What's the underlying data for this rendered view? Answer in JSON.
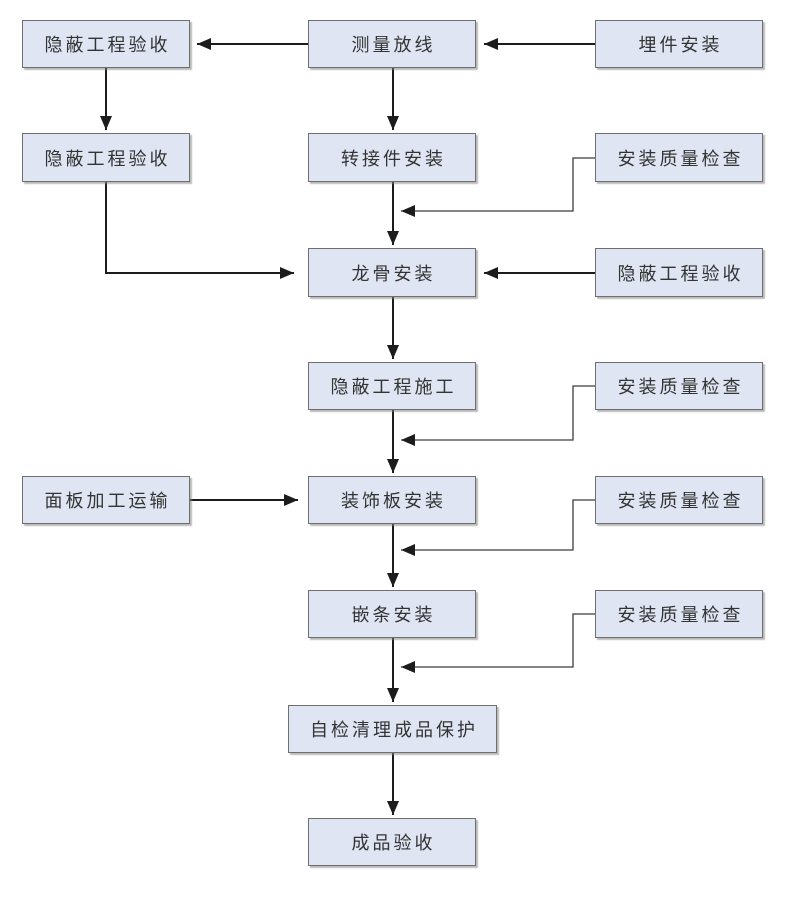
{
  "diagram": {
    "type": "flowchart",
    "nodes": {
      "hidden_acceptance_1": "隐蔽工程验收",
      "survey_layout": "测量放线",
      "embed_install": "埋件安装",
      "hidden_acceptance_2": "隐蔽工程验收",
      "adapter_install": "转接件安装",
      "quality_check_1": "安装质量检查",
      "keel_install": "龙骨安装",
      "hidden_acceptance_3": "隐蔽工程验收",
      "hidden_construction": "隐蔽工程施工",
      "quality_check_2": "安装质量检查",
      "panel_processing": "面板加工运输",
      "panel_install": "装饰板安装",
      "quality_check_3": "安装质量检查",
      "trim_install": "嵌条安装",
      "quality_check_4": "安装质量检查",
      "self_check": "自检清理成品保护",
      "final_acceptance": "成品验收"
    },
    "edges": [
      {
        "from": "embed_install",
        "to": "survey_layout"
      },
      {
        "from": "survey_layout",
        "to": "hidden_acceptance_1"
      },
      {
        "from": "hidden_acceptance_1",
        "to": "hidden_acceptance_2"
      },
      {
        "from": "survey_layout",
        "to": "adapter_install"
      },
      {
        "from": "adapter_install",
        "to": "keel_install"
      },
      {
        "from": "quality_check_1",
        "to": "keel_install"
      },
      {
        "from": "hidden_acceptance_2",
        "to": "keel_install"
      },
      {
        "from": "hidden_acceptance_3",
        "to": "keel_install"
      },
      {
        "from": "keel_install",
        "to": "hidden_construction"
      },
      {
        "from": "hidden_construction",
        "to": "panel_install"
      },
      {
        "from": "quality_check_2",
        "to": "panel_install"
      },
      {
        "from": "panel_processing",
        "to": "panel_install"
      },
      {
        "from": "panel_install",
        "to": "trim_install"
      },
      {
        "from": "quality_check_3",
        "to": "trim_install"
      },
      {
        "from": "trim_install",
        "to": "self_check"
      },
      {
        "from": "quality_check_4",
        "to": "self_check"
      },
      {
        "from": "self_check",
        "to": "final_acceptance"
      }
    ],
    "colors": {
      "node_fill": "#dfe5f3",
      "node_border": "#6f6f6f",
      "arrow_main": "#1c1c1c",
      "arrow_feedback": "#3c3c3c",
      "background": "#ffffff"
    }
  }
}
